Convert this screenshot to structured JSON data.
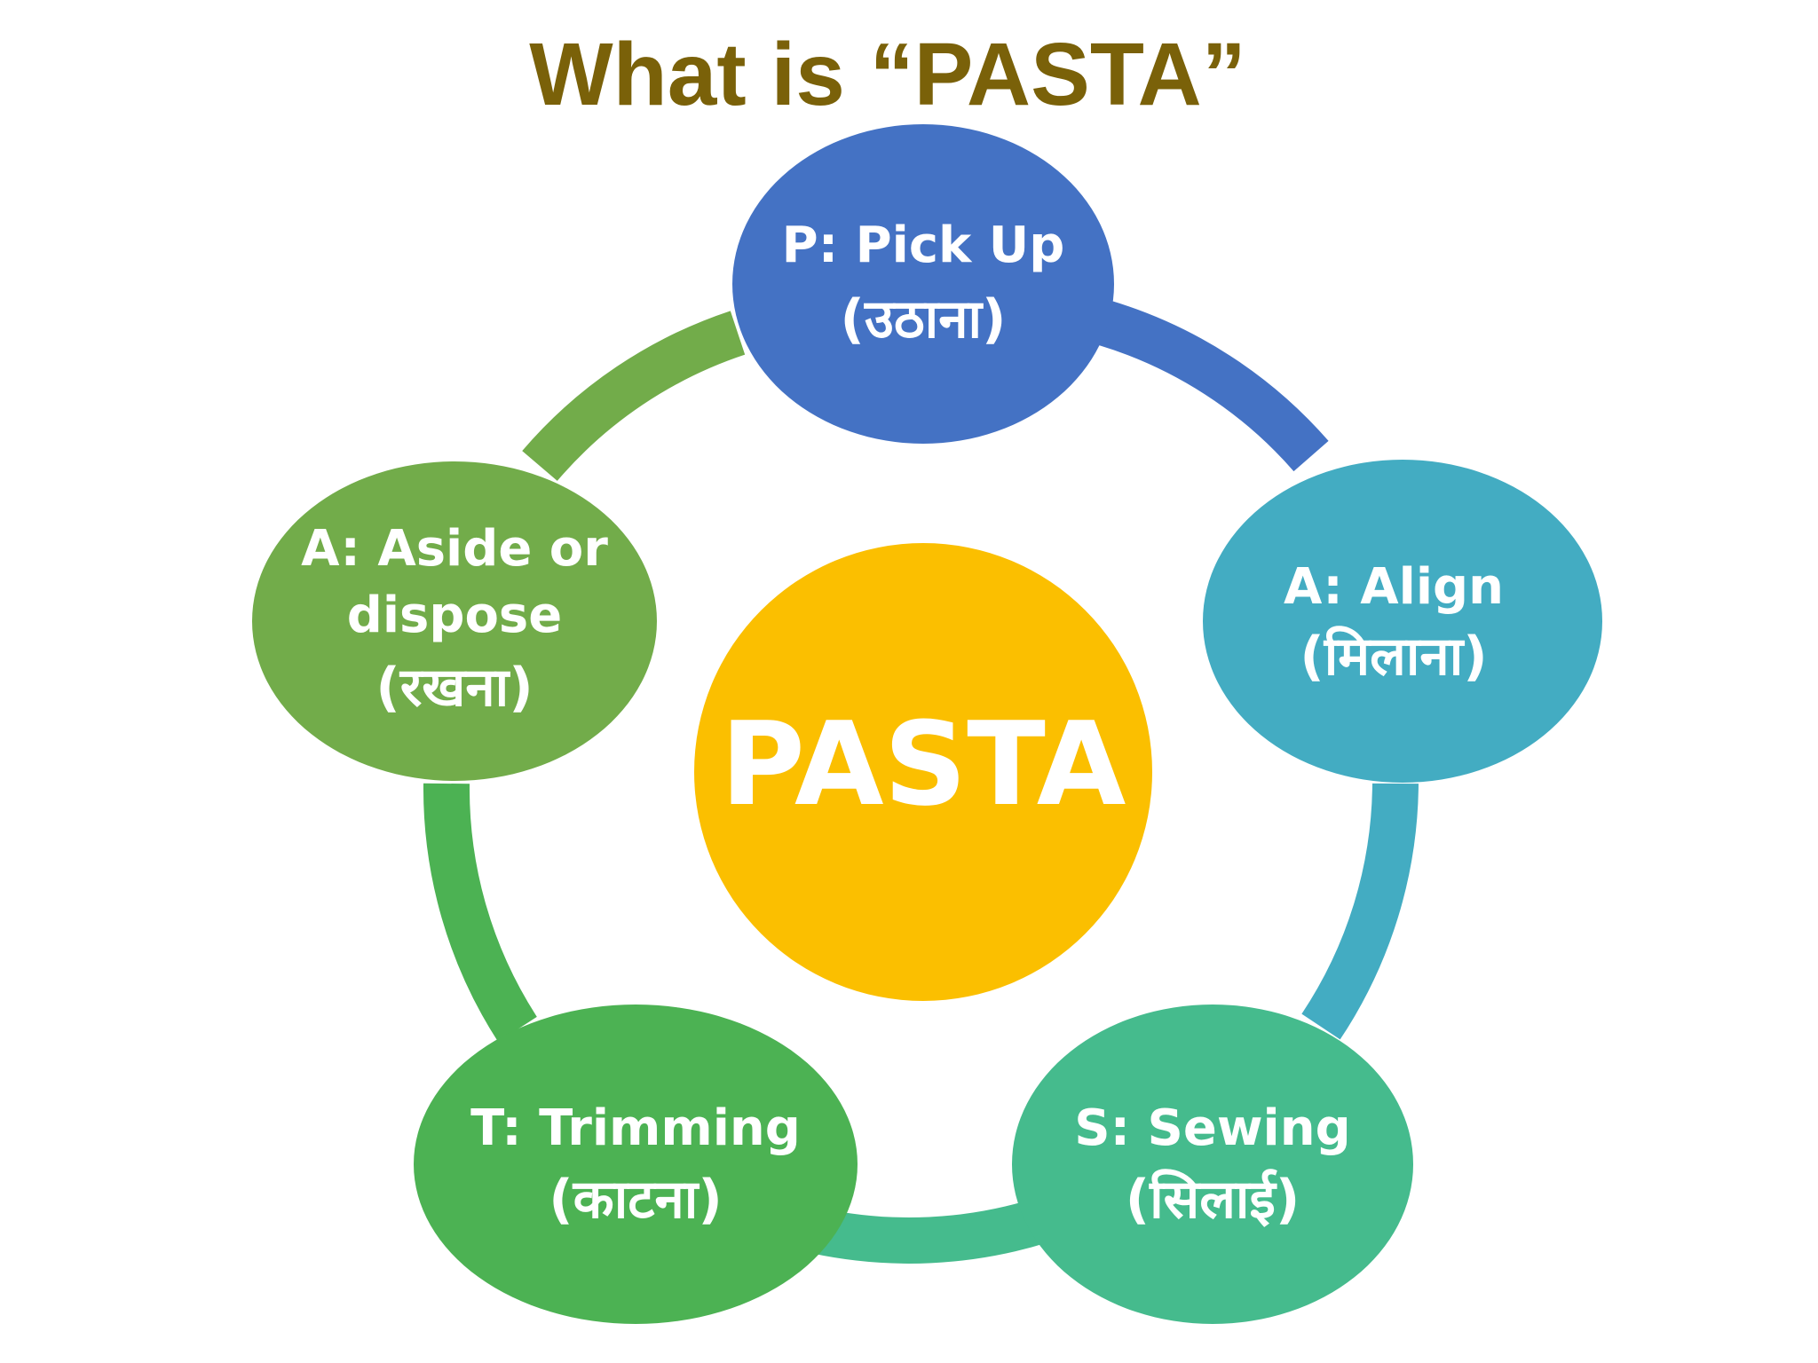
{
  "title": "What is “PASTA”",
  "center": {
    "label": "PASTA",
    "color": "#fbbf00"
  },
  "nodes": [
    {
      "id": "pick-up",
      "color": "#4472c4",
      "lines": [
        "P: Pick Up",
        "(उठाना)"
      ]
    },
    {
      "id": "align",
      "color": "#43acc2",
      "lines": [
        "A: Align",
        "(मिलाना)"
      ]
    },
    {
      "id": "sewing",
      "color": "#45bb8d",
      "lines": [
        "S: Sewing",
        "(सिलाई)"
      ]
    },
    {
      "id": "trimming",
      "color": "#4cb253",
      "lines": [
        "T: Trimming",
        "(काटना)"
      ]
    },
    {
      "id": "aside",
      "color": "#72ac4a",
      "lines": [
        "A: Aside or",
        "dispose",
        "(रखना)"
      ]
    }
  ],
  "connector_colors": [
    "#4472c4",
    "#43acc2",
    "#45bb8d",
    "#4cb253",
    "#72ac4a"
  ]
}
